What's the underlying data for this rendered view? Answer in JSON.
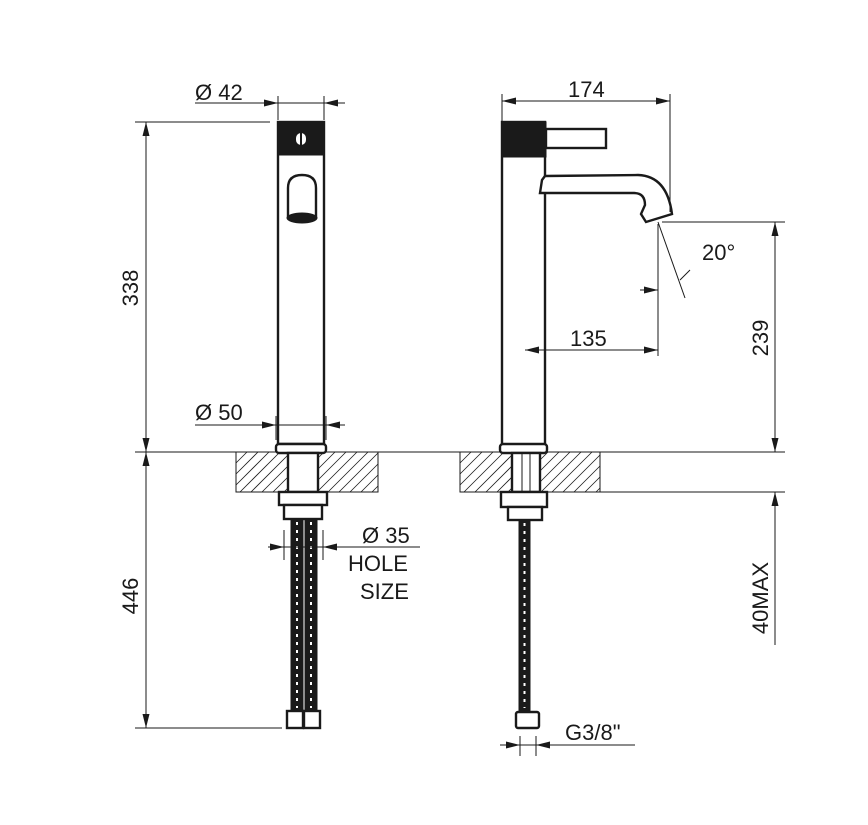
{
  "drawing": {
    "front_view": {
      "top_diameter": "Ø 42",
      "height_above_counter": "338",
      "base_diameter": "Ø 50",
      "hole_diameter": "Ø 35",
      "hole_label_line1": "HOLE",
      "hole_label_line2": "SIZE",
      "length_below_counter": "446"
    },
    "side_view": {
      "overall_depth": "174",
      "spout_reach": "135",
      "spout_angle": "20°",
      "spout_height": "239",
      "max_counter_thickness": "40MAX",
      "connection_thread": "G3/8\""
    },
    "colors": {
      "line": "#1a1a1a",
      "background": "#ffffff"
    }
  }
}
